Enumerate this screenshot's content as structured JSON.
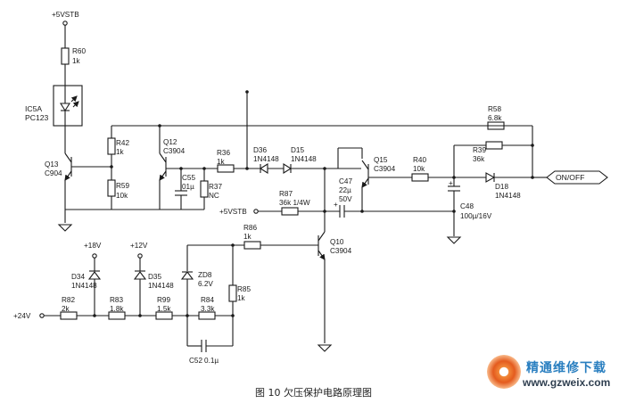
{
  "labels": {
    "vstb_top": "+5VSTB",
    "r60": "R60",
    "r60_val": "1k",
    "ic5a": "IC5A",
    "pc123": "PC123",
    "r42": "R42",
    "r42_val": "1k",
    "r59": "R59",
    "r59_val": "10k",
    "q13": "Q13",
    "q13_type": "C904",
    "q12": "Q12",
    "q12_type": "C3904",
    "c55": "C55",
    "c55_val": "01µ",
    "r37": "R37",
    "r37_val": "NC",
    "r36": "R36",
    "r36_val": "1k",
    "d36": "D36",
    "d36_type": "1N4148",
    "d15": "D15",
    "d15_type": "1N4148",
    "q15": "Q15",
    "q15_type": "C3904",
    "r40": "R40",
    "r40_val": "10k",
    "r58": "R58",
    "r58_val": "6.8k",
    "r39": "R39",
    "r39_val": "36k",
    "d18": "D18",
    "d18_type": "1N4148",
    "onoff": "ON/OFF",
    "c47": "C47",
    "c47_val": "22µ",
    "c47_v": "50V",
    "c48": "C48",
    "c48_val": "100µ/16V",
    "vstb_mid": "+5VSTB",
    "r87": "R87",
    "r87_val": "36k 1/4W",
    "r86": "R86",
    "r86_val": "1k",
    "q10": "Q10",
    "q10_type": "C3904",
    "p18v": "+18V",
    "p12v": "+12V",
    "d34": "D34",
    "d34_type": "1N4148",
    "d35": "D35",
    "d35_type": "1N4148",
    "zd8": "ZD8",
    "zd8_val": "6.2V",
    "r85": "R85",
    "r85_val": "1k",
    "r82": "R82",
    "r82_val": "2k",
    "r83": "R83",
    "r83_val": "1.8k",
    "r99": "R99",
    "r99_val": "1.5k",
    "r84": "R84",
    "r84_val": "3.3k",
    "p24v": "+24V",
    "c52": "C52",
    "c52_val": "0.1µ"
  },
  "caption": "图 10 欠压保护电路原理图",
  "watermark": {
    "title": "精通维修下载",
    "url": "www.gzweix.com"
  },
  "colors": {
    "line": "#1a1a1a",
    "watermark_blue": "#2a7fc0",
    "watermark_orange": "#e45b1e"
  }
}
